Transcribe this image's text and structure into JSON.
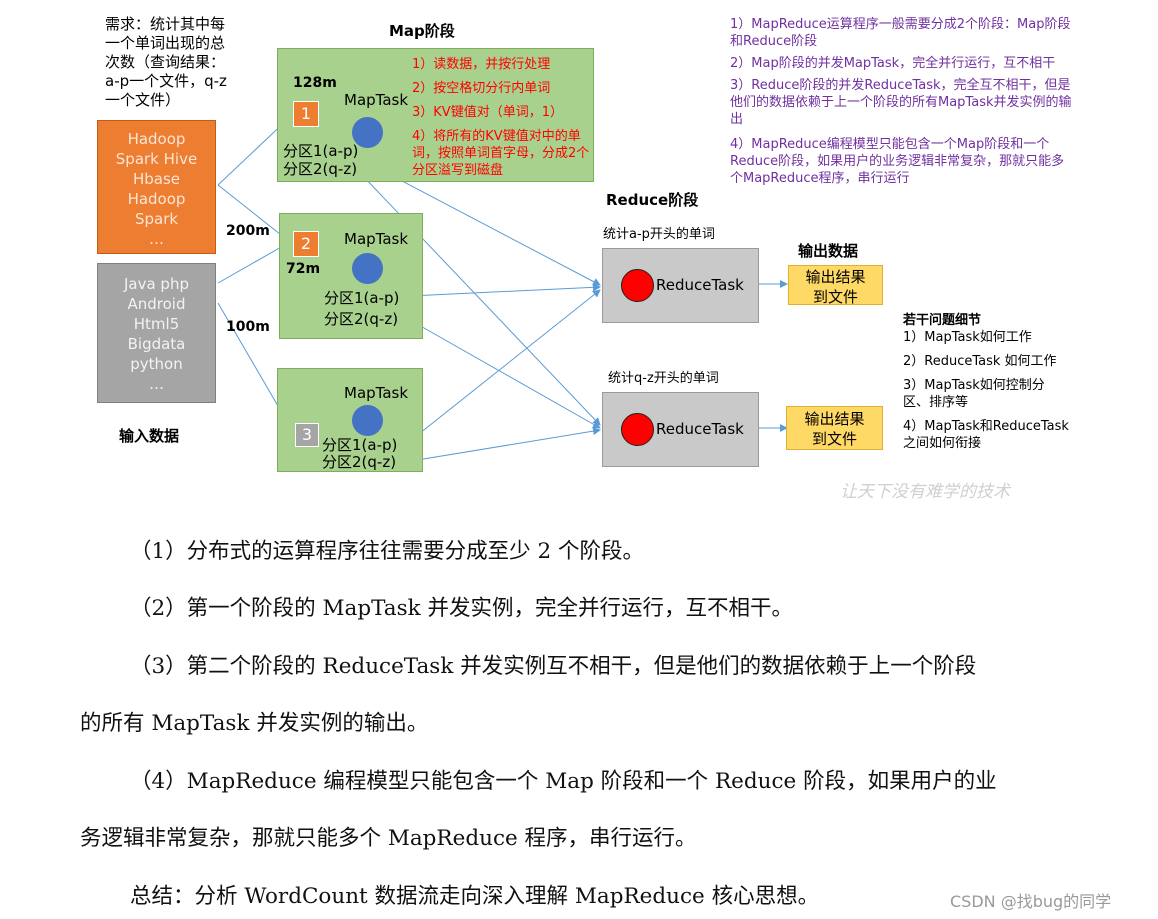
{
  "requirement": {
    "lines": [
      "需求：统计其中每",
      "一个单词出现的总",
      "次数（查询结果：",
      "a-p一个文件，q-z",
      "一个文件）"
    ]
  },
  "input": {
    "orange_items": [
      "Hadoop",
      "Spark Hive",
      "Hbase",
      "Hadoop",
      "Spark",
      "…"
    ],
    "gray_items": [
      "Java php",
      "Android",
      "Html5",
      "Bigdata",
      "python",
      "…"
    ],
    "label": "输入数据",
    "sizes": [
      "200m",
      "100m"
    ]
  },
  "map_stage": {
    "title": "Map阶段",
    "tasks": [
      {
        "number": "1",
        "size": "128m",
        "label": "MapTask",
        "partitions": [
          "分区1(a-p)",
          "分区2(q-z)"
        ]
      },
      {
        "number": "2",
        "size": "72m",
        "label": "MapTask",
        "partitions": [
          "分区1(a-p)",
          "分区2(q-z)"
        ]
      },
      {
        "number": "3",
        "size": "",
        "label": "MapTask",
        "partitions": [
          "分区1(a-p)",
          "分区2(q-z)"
        ]
      }
    ],
    "steps": [
      "1）读数据，并按行处理",
      "2）按空格切分行内单词",
      "3）KV键值对（单词，1）",
      "4）将所有的KV键值对中的单词，按照单词首字母，分成2个分区溢写到磁盘"
    ]
  },
  "reduce_stage": {
    "title": "Reduce阶段",
    "tasks": [
      {
        "caption": "统计a-p开头的单词",
        "label": "ReduceTask"
      },
      {
        "caption": "统计q-z开头的单词",
        "label": "ReduceTask"
      }
    ]
  },
  "output": {
    "title": "输出数据",
    "boxes": [
      "输出结果到文件",
      "输出结果到文件"
    ]
  },
  "notes": [
    "1）MapReduce运算程序一般需要分成2个阶段：Map阶段和Reduce阶段",
    "2）Map阶段的并发MapTask，完全并行运行，互不相干",
    "3）Reduce阶段的并发ReduceTask，完全互不相干，但是他们的数据依赖于上一个阶段的所有MapTask并发实例的输出",
    "4）MapReduce编程模型只能包含一个Map阶段和一个Reduce阶段，如果用户的业务逻辑非常复杂，那就只能多个MapReduce程序，串行运行"
  ],
  "questions": {
    "title": "若干问题细节",
    "items": [
      "1）MapTask如何工作",
      "2）ReduceTask 如何工作",
      "3）MapTask如何控制分区、排序等",
      "4）MapTask和ReduceTask之间如何衔接"
    ]
  },
  "watermark": "让天下没有难学的技术",
  "paragraphs": [
    "（1）分布式的运算程序往往需要分成至少 2 个阶段。",
    "（2）第一个阶段的 MapTask 并发实例，完全并行运行，互不相干。",
    "（3）第二个阶段的 ReduceTask 并发实例互不相干，但是他们的数据依赖于上一个阶段",
    "的所有 MapTask 并发实例的输出。",
    "（4）MapReduce 编程模型只能包含一个 Map 阶段和一个 Reduce 阶段，如果用户的业",
    "务逻辑非常复杂，那就只能多个 MapReduce 程序，串行运行。",
    "总结：分析 WordCount 数据流走向深入理解 MapReduce 核心思想。"
  ],
  "credit": "CSDN @找bug的同学",
  "colors": {
    "orange": "#ed7d31",
    "gray": "#a5a5a5",
    "green": "#a9d18e",
    "reduce": "#c9c9c9",
    "output": "#ffd966",
    "blue": "#4472c4",
    "red": "#ff0000",
    "purple": "#7030a0",
    "arrow": "#5b9bd5"
  }
}
